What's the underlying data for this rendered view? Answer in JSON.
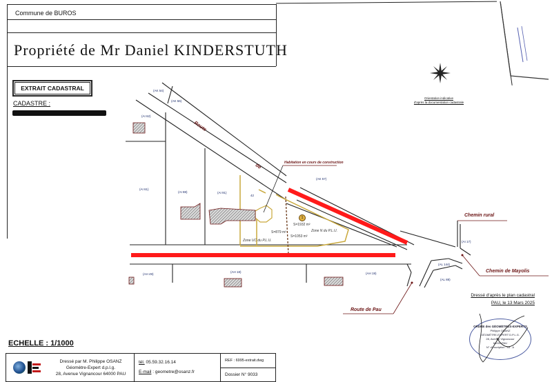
{
  "header": {
    "commune": "Commune de BUROS",
    "title": "Propriété de Mr Daniel KINDERSTUTH"
  },
  "extract": {
    "box_label": "EXTRAIT CADASTRAL",
    "cadastre_label": "CADASTRE :"
  },
  "orientation": {
    "line1": "Orientation indicative",
    "line2": "d'après la documentation cadastrale"
  },
  "map": {
    "parcels": [
      "(AK 54)",
      "(AK 56)",
      "(AI 62)",
      "(AI 61)",
      "(AI 88)",
      "(AI 91)",
      "(AK 57)",
      "(AI 17)",
      "(AL 144)",
      "(AL 88)",
      "(AH 49)",
      "(AH 18)",
      "(AH 19)",
      "42"
    ],
    "roads": {
      "route": "Route",
      "de": "de",
      "chemin_rural": "Chemin rural",
      "chemin_mayolis": "Chemin de Mayolis",
      "route_pau": "Route de Pau"
    },
    "annotations": {
      "habitation": "Habitation en cours de construction",
      "surface_total": "S=1932 m²",
      "surface_a": "S=879 m²",
      "surface_b": "S=1053 m²",
      "zone_uc": "Zone UC du P.L.U.",
      "zone_n": "Zone N du P.L.U.",
      "parcel_number": "1"
    },
    "colors": {
      "highlight": "#ff1a1a",
      "zone_outline": "#c9a83a",
      "road_label": "#6b1414",
      "parcel_label": "#1a2a6a"
    }
  },
  "dresse": {
    "line1": "Dressé d'après le plan cadastral",
    "line2": "PAU, le 13 Mars 2025"
  },
  "stamp": {
    "ring": "ORDRE des GÉOMÈTRES-EXPERTS",
    "name": "Philippe OSANZ",
    "title": "GÉOMÈTRE-EXPERT D.P.L.G.",
    "address": "28, Avenue Vignancour",
    "city": "64000 PAU",
    "inscription": "N° d'inscription : 03 . A"
  },
  "footer": {
    "scale": "ECHELLE : 1/1000",
    "author_line1": "Dressé par M. Philippe OSANZ",
    "author_line2": "Géomètre-Expert d.p.l.g.",
    "author_line3": "28, Avenue Vignancour 64000 PAU",
    "tel_label": "tél.",
    "tel": "05.59.32.16.14",
    "email_label": "E-mail",
    "email": ": geometre@osanz.fr",
    "ref": "REF : 6995-extrait.dwg",
    "dossier": "Dossier N° 9033"
  }
}
